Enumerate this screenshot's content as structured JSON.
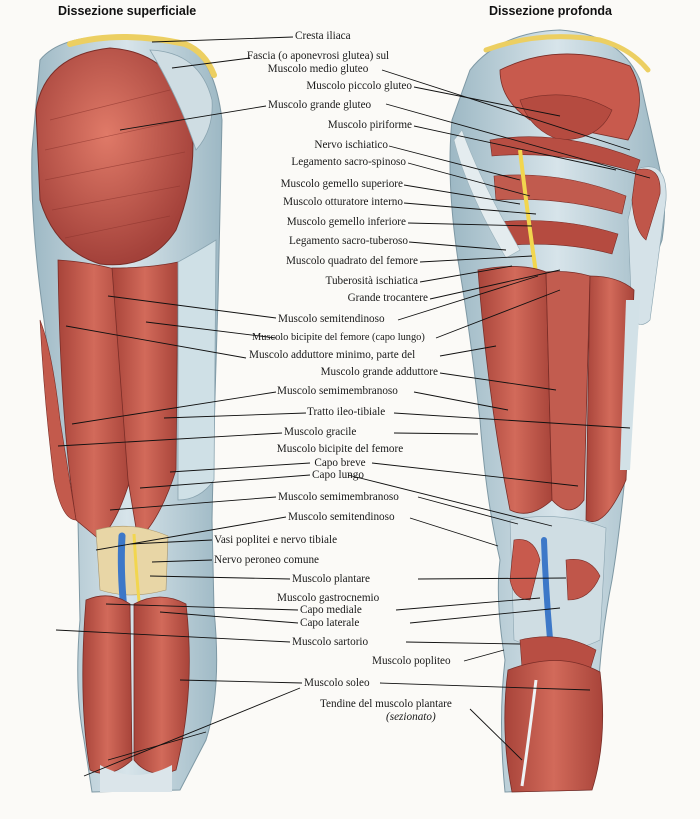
{
  "headings": {
    "left": "Dissezione superficiale",
    "right": "Dissezione profonda"
  },
  "labels": {
    "cresta_iliaca": "Cresta iliaca",
    "fascia_1": "Fascia (o aponevrosi glutea) sul",
    "fascia_2": "Muscolo medio gluteo",
    "piccolo_gluteo": "Muscolo piccolo gluteo",
    "grande_gluteo": "Muscolo grande gluteo",
    "piriforme": "Muscolo piriforme",
    "nervo_ischiatico": "Nervo ischiatico",
    "sacro_spinoso": "Legamento sacro-spinoso",
    "gemello_superiore": "Muscolo gemello superiore",
    "otturatore_interno": "Muscolo otturatore interno",
    "gemello_inferiore": "Muscolo gemello inferiore",
    "sacro_tuberoso": "Legamento sacro-tuberoso",
    "quadrato_femore": "Muscolo quadrato del femore",
    "tuberosita_ischiatica": "Tuberosità ischiatica",
    "grande_trocantere": "Grande trocantere",
    "semitendinoso_1": "Muscolo semitendinoso",
    "bicipite_capo_lungo": "Muscolo bicipite del femore (capo lungo)",
    "adduttore_minimo": "Muscolo adduttore minimo, parte del",
    "grande_adduttore": "Muscolo grande adduttore",
    "semimembranoso_1": "Muscolo semimembranoso",
    "tratto_ileo_tibiale": "Tratto ileo-tibiale",
    "gracile": "Muscolo gracile",
    "bicipite_femore": "Muscolo bicipite del femore",
    "capo_breve": "Capo breve",
    "capo_lungo": "Capo lungo",
    "semimembranoso_2": "Muscolo semimembranoso",
    "semitendinoso_2": "Muscolo semitendinoso",
    "vasi_poplitei": "Vasi poplitei e nervo tibiale",
    "peroneo_comune": "Nervo peroneo comune",
    "plantare": "Muscolo plantare",
    "gastrocnemio": "Muscolo gastrocnemio",
    "capo_mediale": "Capo mediale",
    "capo_laterale": "Capo laterale",
    "sartorio": "Muscolo sartorio",
    "popliteo": "Muscolo popliteo",
    "soleo": "Muscolo soleo",
    "tendine_plantare": "Tendine del muscolo plantare",
    "sezionato": "(sezionato)"
  },
  "colors": {
    "muscle": "#c9584a",
    "muscle_dark": "#9c3a30",
    "muscle_light": "#e08070",
    "fascia": "#b8cfd8",
    "tendon": "#dde6ea",
    "fat": "#f0dc7a",
    "vein": "#3d78c8",
    "nerve": "#f2d64e",
    "leader": "#111111"
  }
}
